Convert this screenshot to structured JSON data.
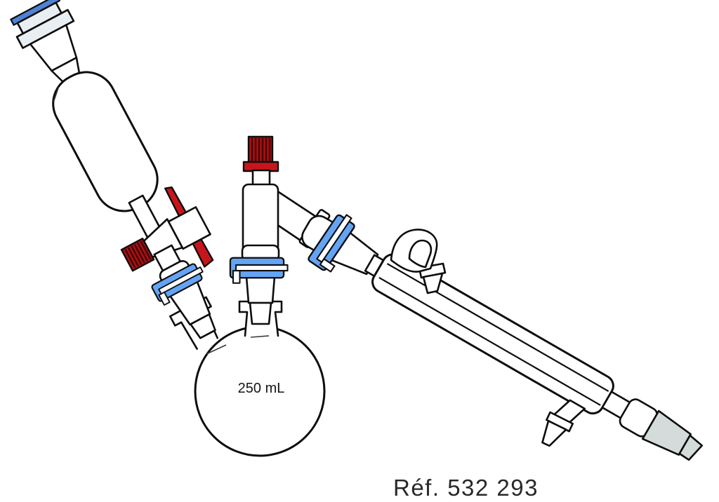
{
  "figure": {
    "kind": "technical line drawing",
    "subject": "Distillation apparatus: dropping funnel with stopcock, 250 mL two-neck round-bottom flask, distillation head with screw-cap port, Liebig condenser with hose barbs and ground-glass end joint"
  },
  "labels": {
    "flask_capacity": "250 mL",
    "reference": "Réf. 532 293"
  },
  "colors": {
    "background": "#ffffff",
    "outline": "#0d0d0d",
    "glass": "#ffffff",
    "clip_blue": "#64a4f4",
    "red": "#c8151c",
    "knob_red": "#b01114",
    "knob_rib": "#450607",
    "cap_tint": "#e9eef3",
    "cap_stripe": "#4e82d4",
    "joint_gray": "#d3dcda",
    "text": "#282828"
  },
  "components": [
    "dropping-funnel",
    "funnel-stopper-cap-blue-stripe",
    "stopcock-red-handle",
    "stopcock-knurled-knob",
    "keck-clip-funnel-joint",
    "two-neck-round-bottom-flask",
    "keck-clip-center-joint",
    "distillation-head",
    "red-screw-cap-port",
    "keck-clip-condenser-joint",
    "liebig-condenser",
    "water-hose-barb-upper",
    "water-hose-barb-lower",
    "gray-ground-glass-joint"
  ]
}
